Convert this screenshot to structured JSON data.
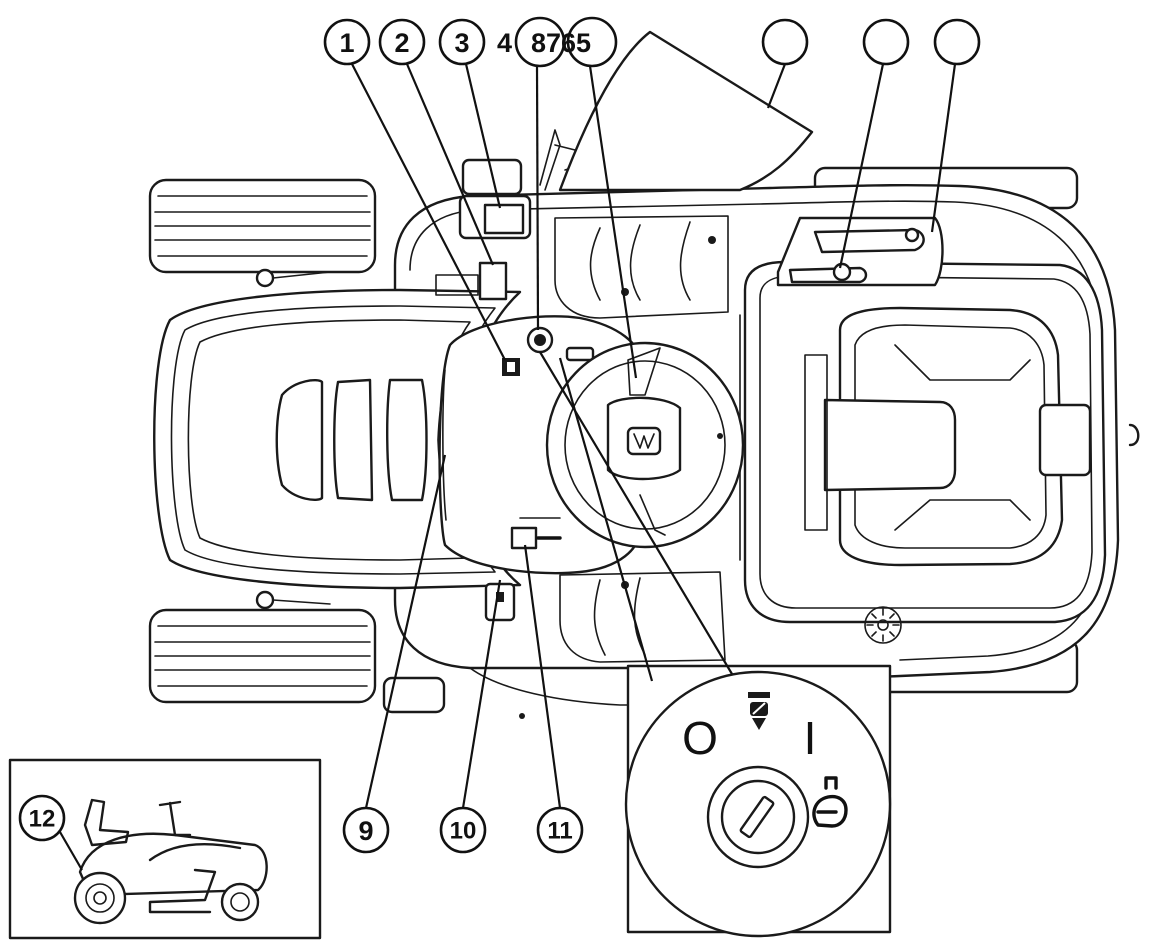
{
  "callouts": [
    {
      "label": "1"
    },
    {
      "label": "2"
    },
    {
      "label": "3"
    },
    {
      "label": "4"
    },
    {
      "label": "8765"
    },
    {
      "label": ""
    },
    {
      "label": ""
    },
    {
      "label": ""
    },
    {
      "label": "9"
    },
    {
      "label": "10"
    },
    {
      "label": "11"
    },
    {
      "label": "12"
    }
  ],
  "ignition": {
    "position_off": "O",
    "position_on": "I"
  }
}
